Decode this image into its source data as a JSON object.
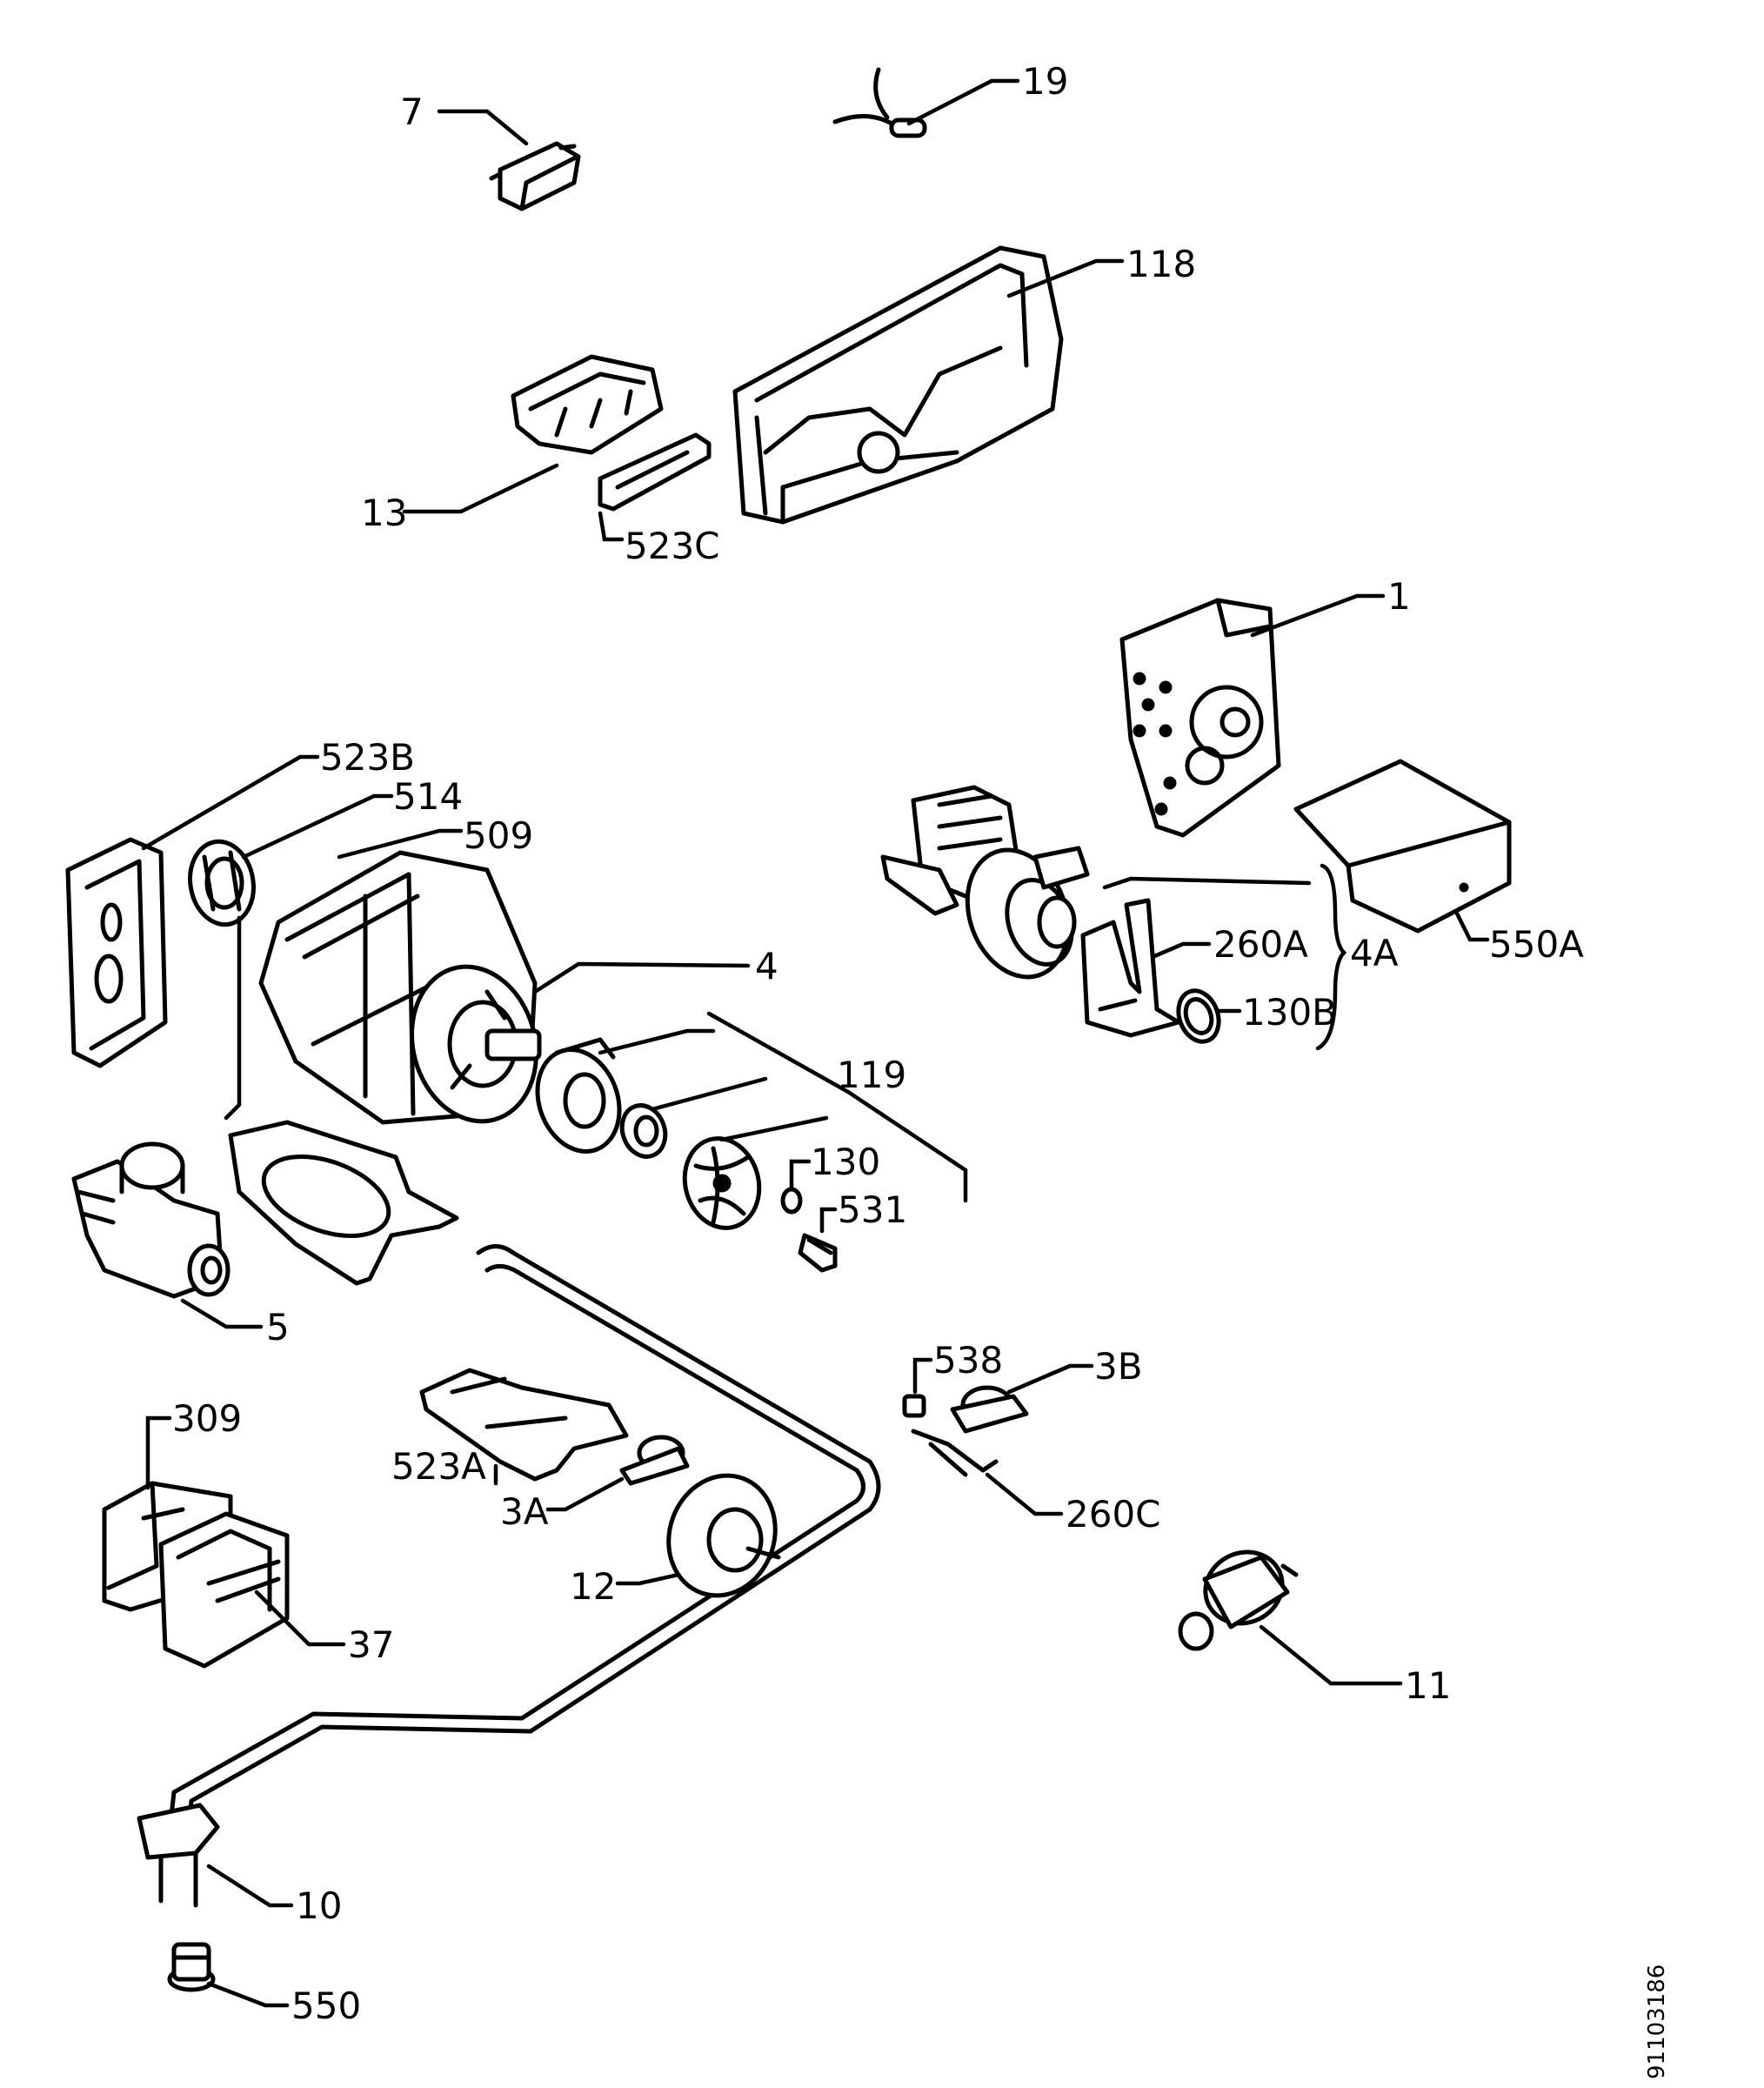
{
  "labels": {
    "p7": "7",
    "p19": "19",
    "p118": "118",
    "p13": "13",
    "p523c": "523C",
    "p1": "1",
    "p523b": "523B",
    "p514": "514",
    "p509": "509",
    "p4": "4",
    "p260a": "260A",
    "p4a": "4A",
    "p550a": "550A",
    "p130b": "130B",
    "p119": "119",
    "p130": "130",
    "p531": "531",
    "p5": "5",
    "p538": "538",
    "p3b": "3B",
    "p309": "309",
    "p523a": "523A",
    "p3a": "3A",
    "p260c": "260C",
    "p12": "12",
    "p37": "37",
    "p11": "11",
    "p10": "10",
    "p550": "550"
  },
  "document_id": "91103186"
}
